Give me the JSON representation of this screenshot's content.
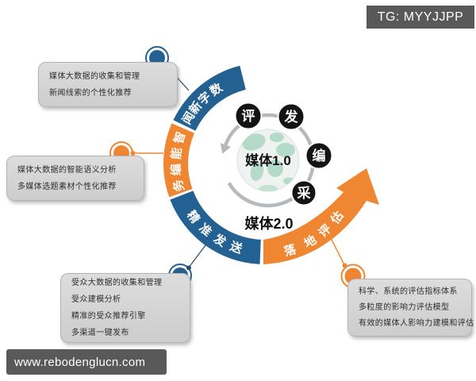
{
  "header": {
    "tg_label": "TG: MYYJJPP"
  },
  "footer": {
    "url": "www.rebodenglucn.com"
  },
  "colors": {
    "blue": "#236192",
    "orange": "#ef8632",
    "node_black": "#141414",
    "cycle_arrow_gray": "#b5b9bb",
    "badge_gray": "#595959"
  },
  "center": {
    "inner_era_label": "媒体1.0",
    "outer_era_label": "媒体2.0",
    "cycle_nodes": [
      "评",
      "发",
      "编",
      "采"
    ]
  },
  "ring": {
    "segments": [
      {
        "label": "数字新闻",
        "color": "#236192"
      },
      {
        "label": "智能编务",
        "color": "#ef8632"
      },
      {
        "label": "精准发送",
        "color": "#236192"
      },
      {
        "label": "落地评估",
        "color": "#ef8632"
      }
    ]
  },
  "callouts": [
    {
      "id": "digital-news",
      "accent": "#236192",
      "lines": [
        "媒体大数据的收集和管理",
        "新闻线索的个性化推荐"
      ]
    },
    {
      "id": "smart-editing",
      "accent": "#ef8632",
      "lines": [
        "媒体大数据的智能语义分析",
        "多媒体选题素材个性化推荐"
      ]
    },
    {
      "id": "precise-delivery",
      "accent": "#236192",
      "lines": [
        "受众大数据的收集和管理",
        "受众建模分析",
        "精准的受众推荐引擎",
        "多渠道一键发布"
      ]
    },
    {
      "id": "evaluation",
      "accent": "#ef8632",
      "lines": [
        "科学、系统的评估指标体系",
        "多粒度的影响力评估模型",
        "有效的媒体人影响力建模和评估"
      ]
    }
  ]
}
